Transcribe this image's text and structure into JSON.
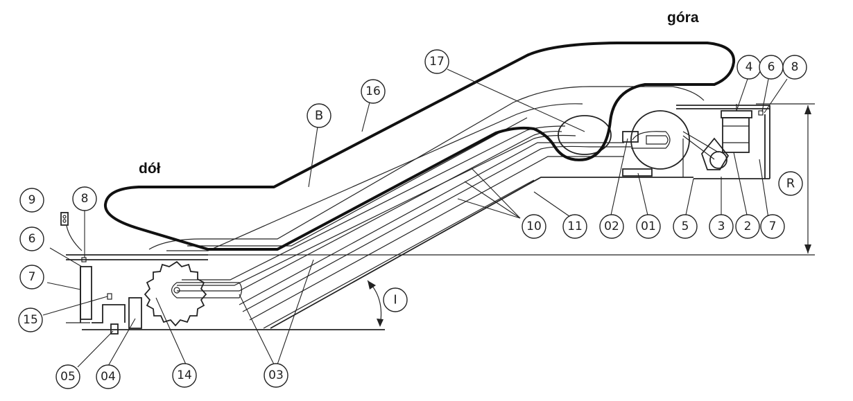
{
  "words": {
    "top": "góra",
    "bottom": "dół"
  },
  "labels": {
    "n17": "17",
    "n16": "16",
    "nB": "B",
    "n4": "4",
    "n6a": "6",
    "n8a": "8",
    "nR": "R",
    "n10": "10",
    "n11": "11",
    "n02": "02",
    "n01": "01",
    "n5": "5",
    "n3": "3",
    "n2": "2",
    "n7a": "7",
    "n9": "9",
    "n8b": "8",
    "n6b": "6",
    "n7b": "7",
    "n15": "15",
    "nI": "I",
    "n05": "05",
    "n04": "04",
    "n14": "14",
    "n03": "03"
  }
}
